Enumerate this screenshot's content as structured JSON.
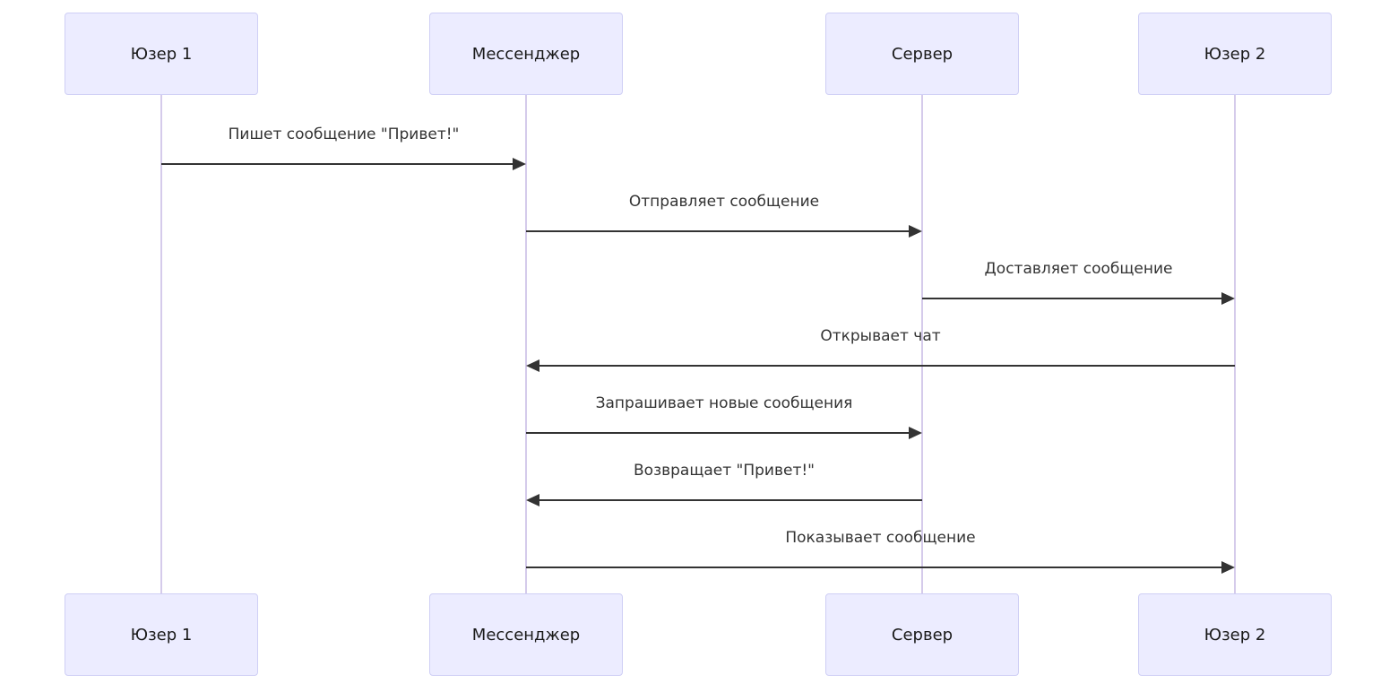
{
  "diagram": {
    "type": "sequence",
    "actors": [
      {
        "name": "Юзер 1"
      },
      {
        "name": "Мессенджер"
      },
      {
        "name": "Сервер"
      },
      {
        "name": "Юзер 2"
      }
    ],
    "messages": [
      {
        "from": "Юзер 1",
        "to": "Мессенджер",
        "direction": "right",
        "label": "Пишет сообщение \"Привет!\""
      },
      {
        "from": "Мессенджер",
        "to": "Сервер",
        "direction": "right",
        "label": "Отправляет сообщение"
      },
      {
        "from": "Сервер",
        "to": "Юзер 2",
        "direction": "right",
        "label": "Доставляет сообщение"
      },
      {
        "from": "Юзер 2",
        "to": "Мессенджер",
        "direction": "left",
        "label": "Открывает чат"
      },
      {
        "from": "Мессенджер",
        "to": "Сервер",
        "direction": "right",
        "label": "Запрашивает новые сообщения"
      },
      {
        "from": "Сервер",
        "to": "Мессенджер",
        "direction": "left",
        "label": "Возвращает \"Привет!\""
      },
      {
        "from": "Мессенджер",
        "to": "Юзер 2",
        "direction": "right",
        "label": "Показывает сообщение"
      }
    ],
    "colors": {
      "actor_fill": "#ECECFF",
      "actor_border": "#CFCFF5",
      "lifeline": "#D5CBEB",
      "arrow": "#333333",
      "text": "#333333",
      "background": "#FFFFFF"
    }
  }
}
